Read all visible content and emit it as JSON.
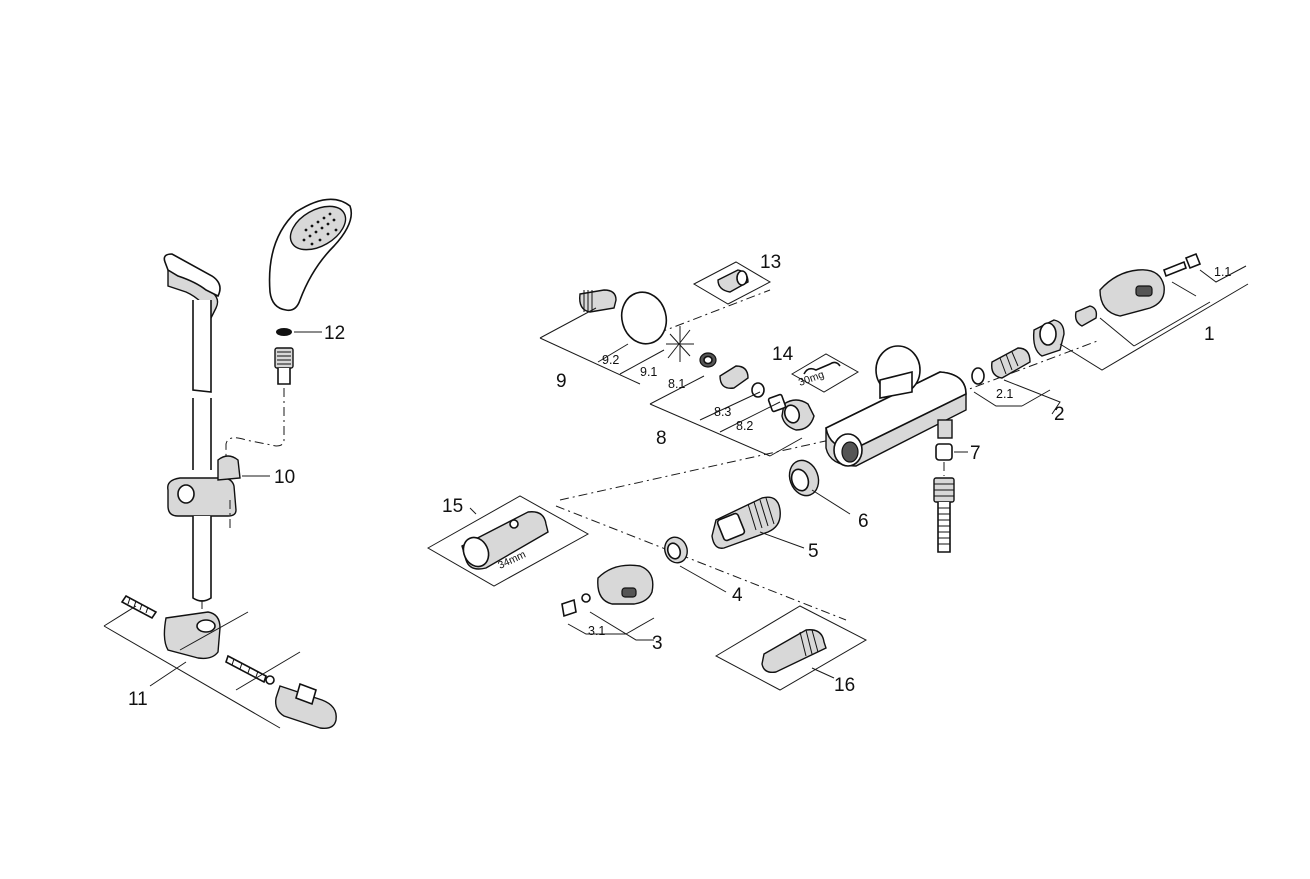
{
  "diagram": {
    "callouts": {
      "p1": "1",
      "p1_1": "1.1",
      "p2": "2",
      "p2_1": "2.1",
      "p3": "3",
      "p3_1": "3.1",
      "p4": "4",
      "p5": "5",
      "p6": "6",
      "p7": "7",
      "p8": "8",
      "p8_1": "8.1",
      "p8_2": "8.2",
      "p8_3": "8.3",
      "p9": "9",
      "p9_1": "9.1",
      "p9_2": "9.2",
      "p10": "10",
      "p11": "11",
      "p12": "12",
      "p13": "13",
      "p14": "14",
      "p15": "15",
      "p16": "16"
    },
    "tool_labels": {
      "wrench_size": "34mm",
      "grease_amount": "30mg"
    }
  }
}
